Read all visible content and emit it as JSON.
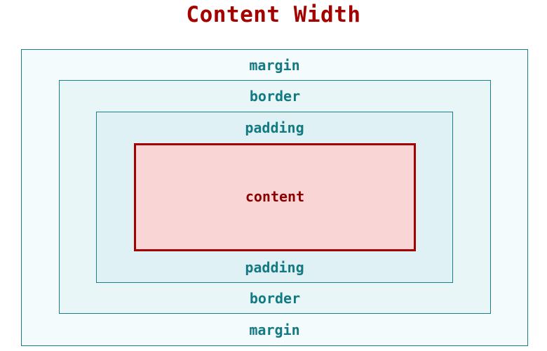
{
  "title": "Content Width",
  "layers": {
    "margin": "margin",
    "border": "border",
    "padding": "padding",
    "content": "content"
  },
  "colors": {
    "title": "#a30000",
    "layer_label": "#137982",
    "layer_stroke": "#1b7f88",
    "content_stroke": "#a30000",
    "content_fill": "#f9d5d5",
    "margin_fill": "#f3fbfc",
    "border_fill": "#e9f6f8",
    "padding_fill": "#dff1f4"
  }
}
